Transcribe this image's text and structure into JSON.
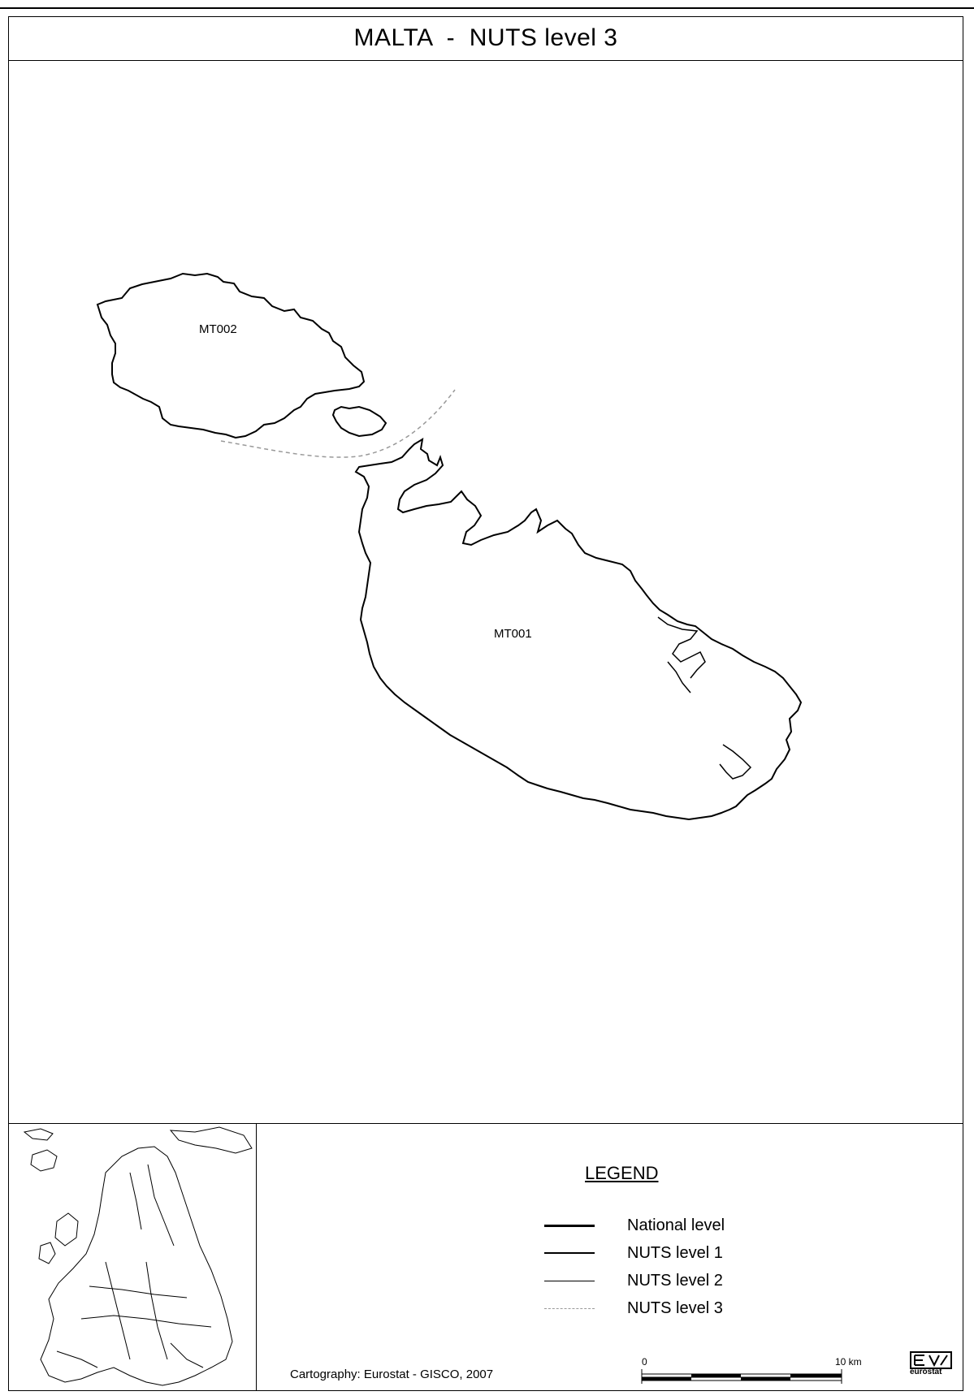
{
  "title": "MALTA  -  NUTS level 3",
  "regions": [
    {
      "code": "MT002"
    },
    {
      "code": "MT001"
    }
  ],
  "legend": {
    "title": "LEGEND",
    "items": [
      {
        "label": "National level"
      },
      {
        "label": "NUTS level 1"
      },
      {
        "label": "NUTS level 2"
      },
      {
        "label": "NUTS level 3"
      }
    ]
  },
  "credit": "Cartography: Eurostat - GISCO, 2007",
  "scale": {
    "start": "0",
    "end": "10 km"
  },
  "logo_text": "eurostat",
  "colors": {
    "line": "#000000",
    "dashed": "#999999",
    "background": "#ffffff"
  }
}
